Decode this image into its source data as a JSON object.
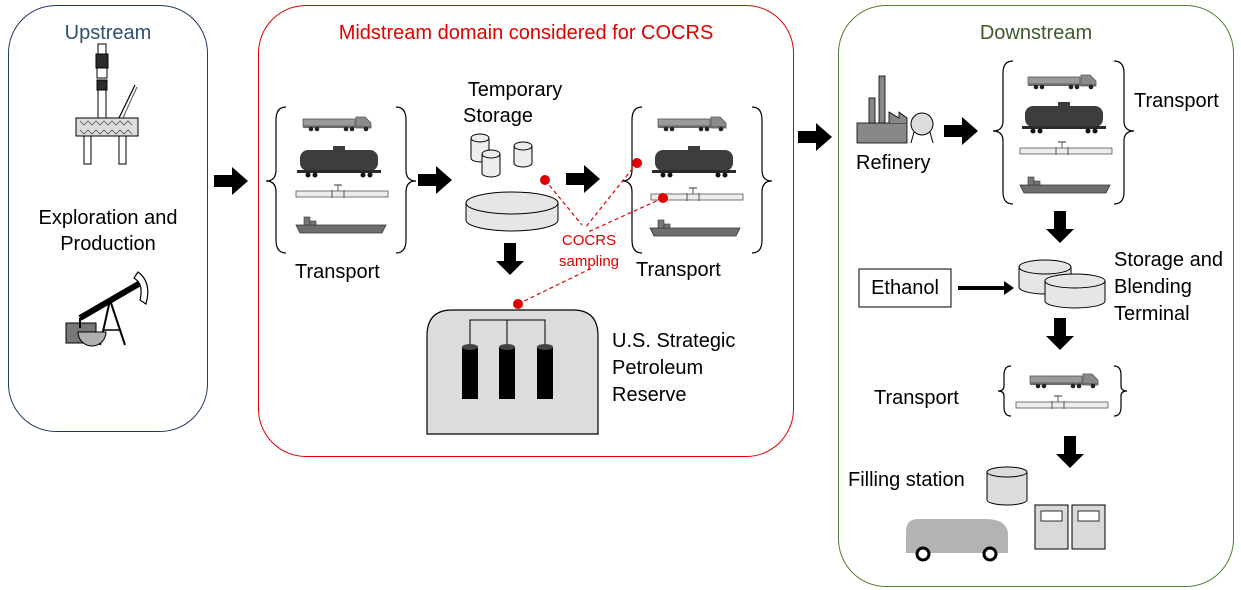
{
  "upstream": {
    "title": "Upstream",
    "label": "Exploration and Production",
    "label_line1": "Exploration and",
    "label_line2": "Production",
    "title_color": "#2f4f70",
    "border_color": "#1f3864"
  },
  "midstream": {
    "title": "Midstream domain considered for COCRS",
    "title_color": "#ff0000",
    "border_color": "#e00000",
    "temp_storage_line1": "Temporary",
    "temp_storage_line2": "Storage",
    "transport_left": "Transport",
    "transport_right": "Transport",
    "sampling_line1": "COCRS",
    "sampling_line2": "sampling",
    "spr_line1": "U.S. Strategic",
    "spr_line2": "Petroleum",
    "spr_line3": "Reserve"
  },
  "downstream": {
    "title": "Downstream",
    "title_color": "#3a5a27",
    "border_color": "#507e32",
    "refinery": "Refinery",
    "transport_top": "Transport",
    "ethanol": "Ethanol",
    "terminal_line1": "Storage and",
    "terminal_line2": "Blending",
    "terminal_line3": "Terminal",
    "transport_mid": "Transport",
    "filling_station": "Filling station"
  },
  "icons": [
    "offshore-platform-icon",
    "pumpjack-icon",
    "truck-icon",
    "rail-tank-car-icon",
    "pipeline-icon",
    "tanker-ship-icon",
    "storage-tank-icon",
    "spr-cavern-icon",
    "refinery-icon",
    "car-icon",
    "fuel-pump-icon",
    "arrow-right-icon",
    "arrow-down-icon"
  ]
}
